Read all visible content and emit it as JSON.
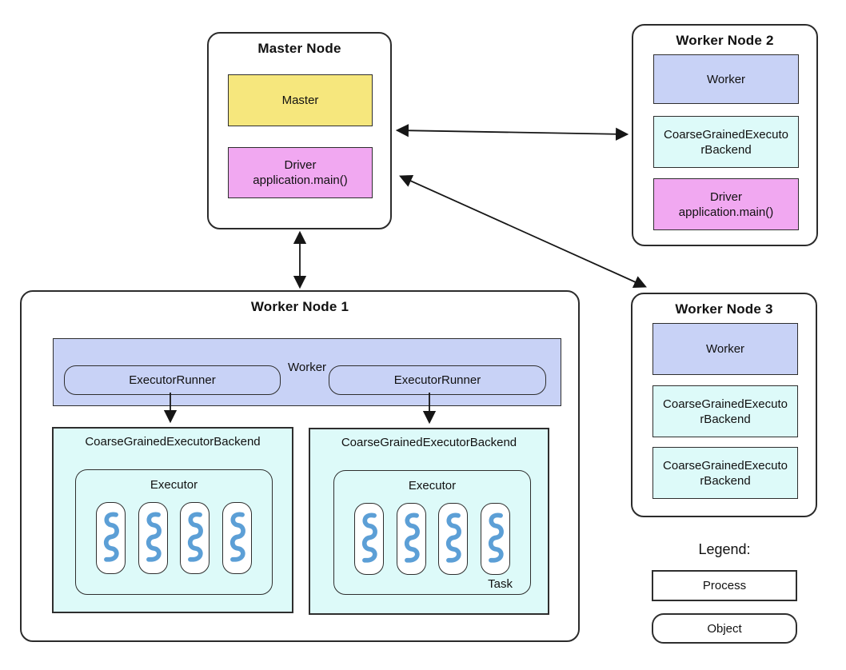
{
  "colors": {
    "process_yellow": "#F6E77D",
    "driver_pink": "#F1A8F1",
    "worker_periwinkle": "#C8D2F6",
    "backend_cyan": "#DDFAF9",
    "task_blue": "#5C9FD6",
    "border_dark": "#2b2b2b"
  },
  "master_node": {
    "title": "Master Node",
    "master": "Master",
    "driver": "Driver\napplication.main()"
  },
  "worker_node_1": {
    "title": "Worker Node 1",
    "worker": "Worker",
    "executor_runner_1": "ExecutorRunner",
    "executor_runner_2": "ExecutorRunner",
    "backend_1": {
      "label": "CoarseGrainedExecutorBackend",
      "executor": "Executor"
    },
    "backend_2": {
      "label": "CoarseGrainedExecutorBackend",
      "executor": "Executor",
      "task_label": "Task"
    }
  },
  "worker_node_2": {
    "title": "Worker Node 2",
    "worker": "Worker",
    "backend": "CoarseGrainedExecutorBackend",
    "driver": "Driver\napplication.main()"
  },
  "worker_node_3": {
    "title": "Worker Node 3",
    "worker": "Worker",
    "backend_1": "CoarseGrainedExecutorBackend",
    "backend_2": "CoarseGrainedExecutorBackend"
  },
  "legend": {
    "title": "Legend:",
    "process": "Process",
    "object": "Object"
  }
}
